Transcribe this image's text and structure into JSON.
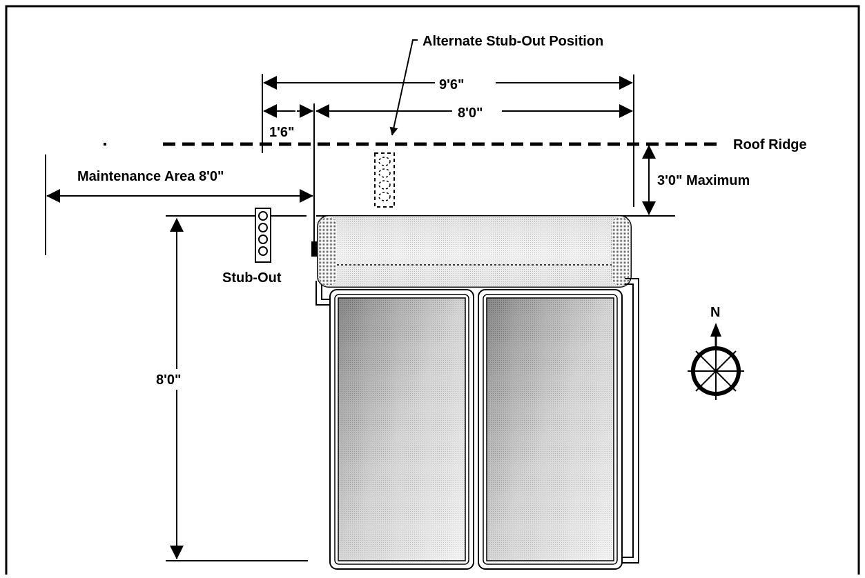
{
  "labels": {
    "alternate_stub_out": "Alternate Stub-Out Position",
    "dim_9_6": "9'6\"",
    "dim_8_0_top": "8'0\"",
    "dim_1_6": "1'6\"",
    "roof_ridge": "Roof Ridge",
    "maintenance_area": "Maintenance Area 8'0\"",
    "dim_3_0_max": "3'0\" Maximum",
    "stub_out": "Stub-Out",
    "dim_8_0_left": "8'0\"",
    "north": "N"
  },
  "colors": {
    "ink": "#000000",
    "background": "#ffffff",
    "panel_dark": "#3a3a3a",
    "panel_light": "#f2f2f2",
    "tank_fill": "#e6e6e6"
  }
}
